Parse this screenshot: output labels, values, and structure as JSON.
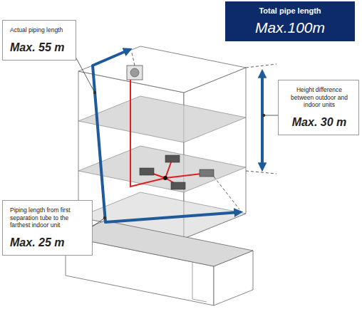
{
  "diagram": {
    "nodes": [
      {
        "text": [
          "Actual piping length",
          "Max. 55 m"
        ]
      },
      {
        "text": [
          "Total pipe length",
          "Max.100m"
        ]
      },
      {
        "text": [
          "Height difference between outdoor and indoor units",
          "Max. 30 m"
        ]
      },
      {
        "text": [
          "Piping length from first separation tube to the farthest indoor unit",
          "Max. 25 m"
        ]
      }
    ]
  }
}
